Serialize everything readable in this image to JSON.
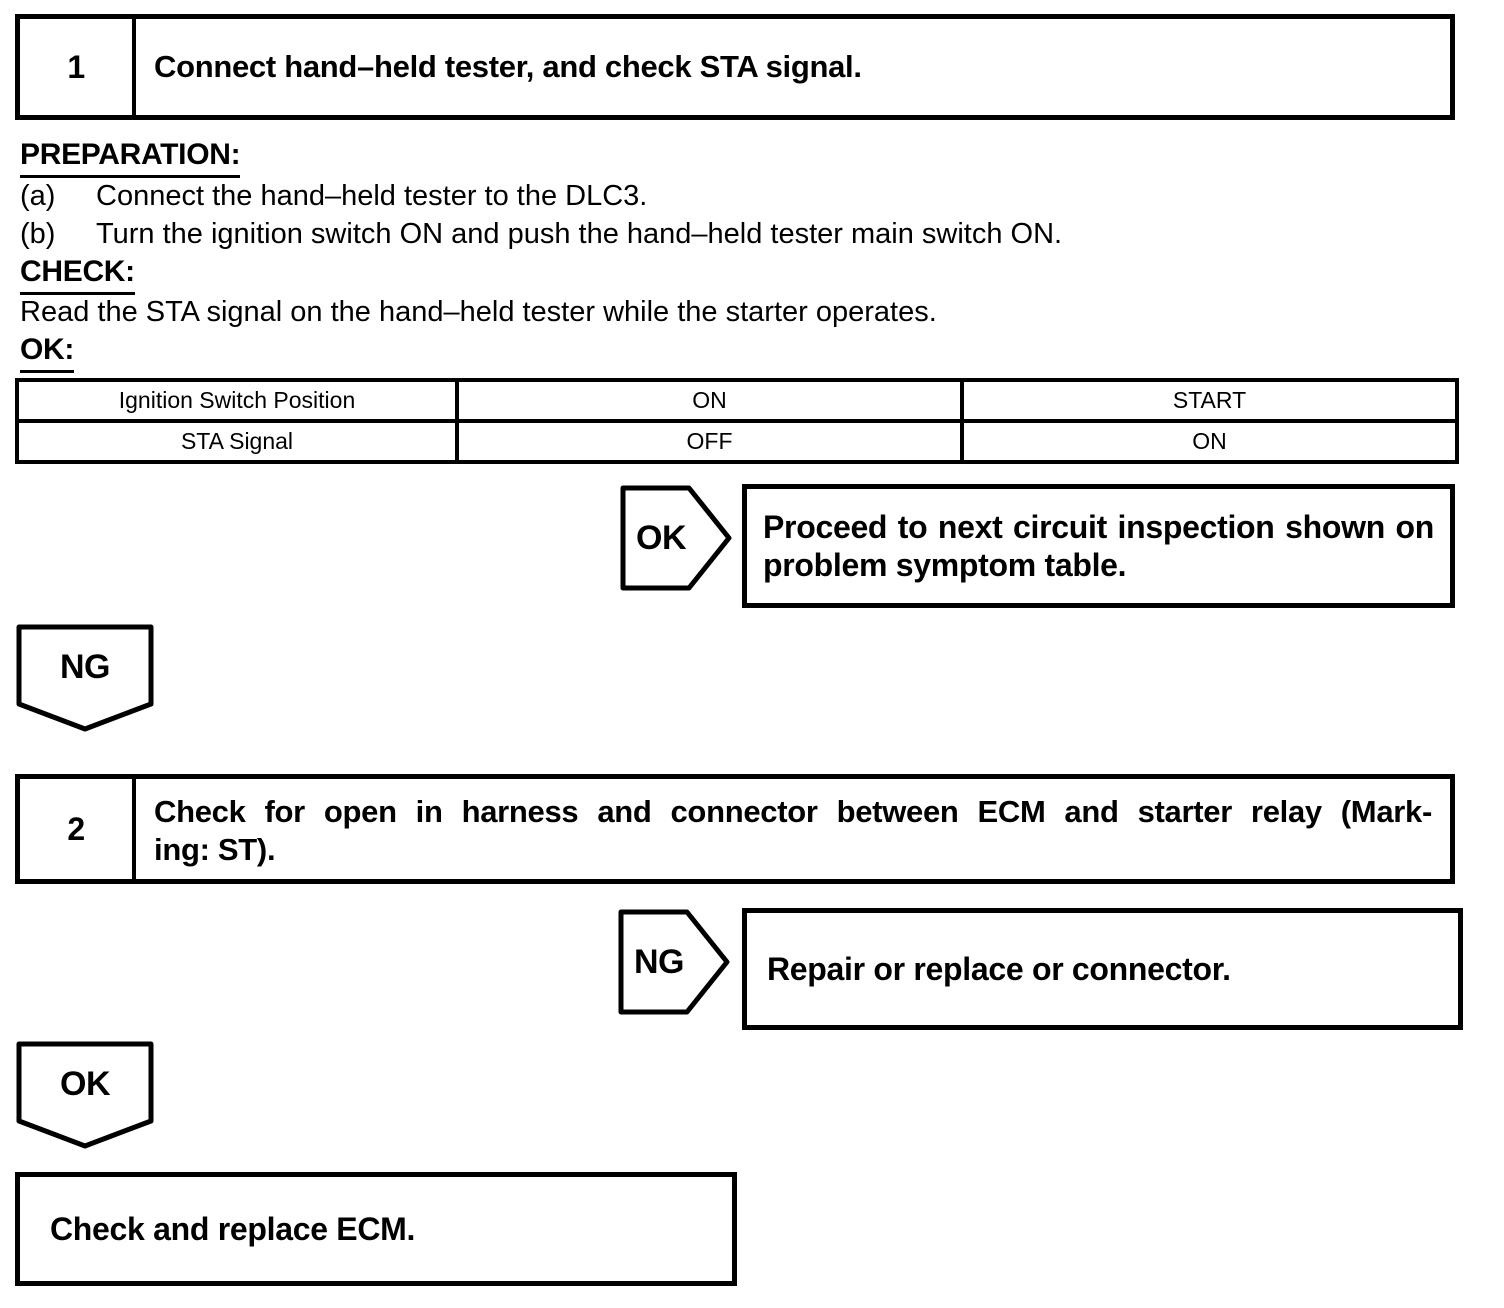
{
  "steps": [
    {
      "number": "1",
      "title": "Connect hand–held tester, and check STA signal."
    },
    {
      "number": "2",
      "title_lines": [
        "Check for open in harness and connector between ECM and starter relay (Mark-",
        "ing: ST)."
      ]
    }
  ],
  "sections": {
    "preparation": {
      "heading": "PREPARATION:",
      "items": [
        {
          "label": "(a)",
          "text": "Connect the hand–held tester to the DLC3."
        },
        {
          "label": "(b)",
          "text": "Turn the ignition switch ON and push the hand–held tester main switch ON."
        }
      ]
    },
    "check": {
      "heading": "CHECK:",
      "text": "Read the STA signal on the hand–held tester while the starter operates."
    },
    "ok": {
      "heading": "OK:"
    }
  },
  "table": {
    "rows": [
      [
        "Ignition Switch Position",
        "ON",
        "START"
      ],
      [
        "STA Signal",
        "OFF",
        "ON"
      ]
    ]
  },
  "flow": {
    "ok_branch": {
      "label": "OK",
      "lines": [
        "Proceed to next circuit inspection shown on",
        "problem symptom table."
      ]
    },
    "ng_connector": {
      "label": "NG"
    },
    "ng_branch": {
      "label": "NG",
      "text": "Repair or replace or connector."
    },
    "ok_connector": {
      "label": "OK"
    },
    "result": {
      "text": "Check and replace ECM."
    }
  },
  "colors": {
    "ink": "#000000",
    "paper": "#ffffff"
  }
}
